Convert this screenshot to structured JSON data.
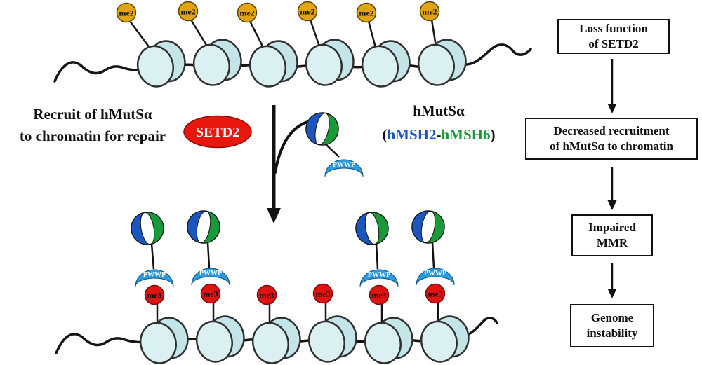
{
  "palette": {
    "nucleosome_front": "#daf0f1",
    "nucleosome_back": "#c3e5e8",
    "me2_fill": "#e2a412",
    "me3_fill": "#e01212",
    "setd2_fill": "#e8170e",
    "msh2_blue": "#1b55c0",
    "msh6_green": "#199a38",
    "pwwp_blue": "#2b9ade",
    "outline": "#111111"
  },
  "labels": {
    "me2": "me2",
    "me3": "me3",
    "pwwp": "PWWP",
    "setd2": "SETD2",
    "recruit_line1": "Recruit of hMutSα",
    "recruit_line2": "to chromatin for repair",
    "complex_title": "hMutSα",
    "complex_open": "(",
    "complex_msh2": "hMSH2",
    "complex_dash": "-",
    "complex_msh6": "hMSH6",
    "complex_close": ")"
  },
  "flowchart": {
    "steps": [
      {
        "line1": "Loss function",
        "line2": "of SETD2"
      },
      {
        "line1": "Decreased recruitment",
        "line2": "of hMutSα to chromatin"
      },
      {
        "line1": "Impaired",
        "line2": "MMR"
      },
      {
        "line1": "Genome",
        "line2": "instability"
      }
    ]
  }
}
